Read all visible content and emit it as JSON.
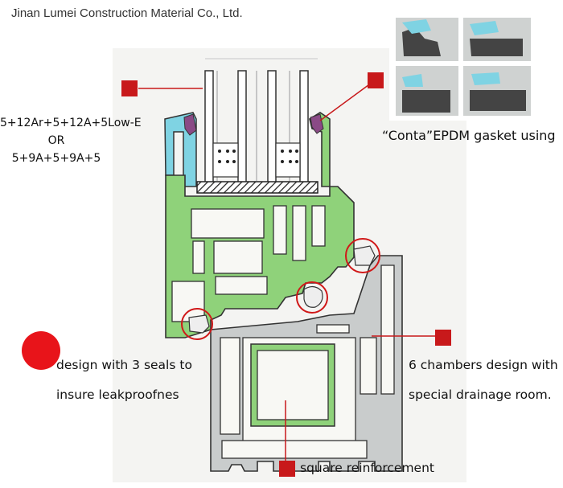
{
  "company": "Jinan Lumei Construction Material Co., Ltd.",
  "glass_spec": {
    "line1": "5+12Ar+5+12A+5Low-E",
    "line2": "OR",
    "line3": "5+9A+5+9A+5"
  },
  "gasket_label": "“Conta”EPDM gasket using",
  "seals_label": {
    "line1": "design with 3 seals to",
    "line2": "insure leakproofnes"
  },
  "chambers_label": {
    "line1": "6 chambers design with",
    "line2": "special drainage room."
  },
  "reinforcement_label": "square reinforcement",
  "colors": {
    "marker": "#c8191b",
    "red_dot": "#e8141a",
    "sash_green": "#8fd27a",
    "frame_grey": "#c9cccc",
    "bead_cyan": "#7fd3e3",
    "gasket_purple": "#8a4a86",
    "outline": "#333333"
  }
}
